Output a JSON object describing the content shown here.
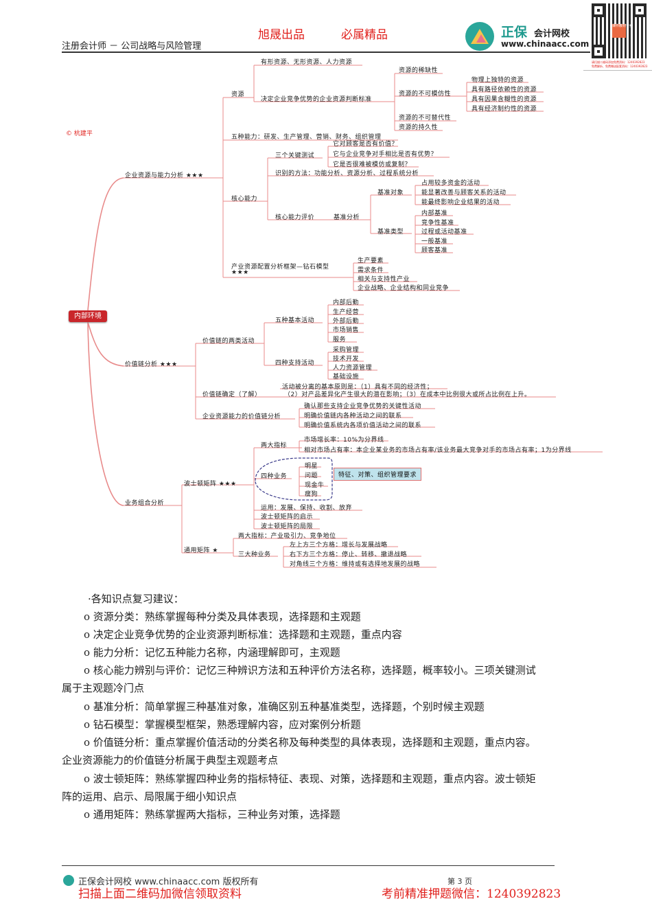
{
  "header": {
    "doc_title": "注册会计师 － 公司战略与风险管理",
    "slogan_left": "旭晟出品",
    "slogan_right": "必属精品",
    "logo_cn_big": "正保",
    "logo_cn_small": "会计网校",
    "logo_url": "www.chinaacc.com",
    "qr_badge": "课件教材专卖",
    "qr_caption_1": "请扫描二维码添加免费资料：1240392823",
    "qr_caption_2": "免费解析、免费赠送配套资料：1240392823"
  },
  "mindmap": {
    "copyright": "© 杭建平",
    "root": "内部环境",
    "branches": {
      "b1": {
        "label": "企业资源与能力分析 ★★★",
        "resources": {
          "label": "资源",
          "types": "有形资源、无形资源、人力资源",
          "criteria": {
            "label": "决定企业竞争优势的企业资源判断标准",
            "scarcity": "资源的稀缺性",
            "inimitability": {
              "label": "资源的不可模仿性",
              "items": [
                "物理上独特的资源",
                "具有路径依赖性的资源",
                "具有因果含糊性的资源",
                "具有经济制约性的资源"
              ]
            },
            "non_substitutable": "资源的不可替代性",
            "durability": "资源的持久性"
          }
        },
        "five_abilities": "五种能力：研发、生产管理、营销、财务、组织管理",
        "core": {
          "label": "核心能力",
          "tests": {
            "label": "三个关键测试",
            "items": [
              "它对顾客是否有价值？",
              "它与企业竞争对手相比是否有优势？",
              "它是否很难被模仿或复制？"
            ]
          },
          "methods": "识别的方法：功能分析、资源分析、过程系统分析",
          "evaluation": {
            "label": "核心能力评价",
            "benchmark": "基准分析",
            "objects": {
              "label": "基准对象",
              "items": [
                "占用较多资金的活动",
                "能显著改善与顾客关系的活动",
                "能最终影响企业结果的活动"
              ]
            },
            "types": {
              "label": "基准类型",
              "items": [
                "内部基准",
                "竞争性基准",
                "过程或活动基准",
                "一般基准",
                "顾客基准"
              ]
            }
          }
        },
        "diamond": {
          "label": "产业资源配置分析框架—钻石模型",
          "stars": "★★★",
          "items": [
            "生产要素",
            "需求条件",
            "相关与支持性产业",
            "企业战略、企业结构和同业竞争"
          ]
        }
      },
      "b2": {
        "label": "价值链分析 ★★★",
        "two_types": {
          "label": "价值链的两类活动",
          "primary": {
            "label": "五种基本活动",
            "items": [
              "内部后勤",
              "生产经营",
              "外部后勤",
              "市场销售",
              "服务"
            ]
          },
          "support": {
            "label": "四种支持活动",
            "items": [
              "采购管理",
              "技术开发",
              "人力资源管理",
              "基础设施"
            ]
          }
        },
        "determine": {
          "label": "价值链确定（了解）",
          "line1": "活动被分离的基本原则是：（1）具有不同的经济性；",
          "line2": "（2）对产品差异化产生很大的潜在影响；（3）在成本中比例很大或所占比例在上升。"
        },
        "analysis": {
          "label": "企业资源能力的价值链分析",
          "items": [
            "确认那些支持企业竞争优势的关键性活动",
            "明确价值链内各种活动之间的联系",
            "明确价值系统内各项价值活动之间的联系"
          ]
        }
      },
      "b3": {
        "label": "业务组合分析",
        "bcg": {
          "label": "波士顿矩阵 ★★★",
          "indicators": {
            "label": "两大指标",
            "items": [
              "市场增长率：10%为分界线",
              "相对市场占有率：本企业某业务的市场占有率/该业务最大竞争对手的市场占有率；1为分界线"
            ]
          },
          "four": {
            "label": "四种业务",
            "items": [
              "明星",
              "问题",
              "现金牛",
              "瘦狗"
            ],
            "callout": "特征、对策、组织管理要求"
          },
          "apply": "运用：发展、保持、收割、放弃",
          "insight": "波士顿矩阵的启示",
          "limit": "波士顿矩阵的局限"
        },
        "ge": {
          "label": "通用矩阵 ★",
          "indicators": "两大指标：产业吸引力、竞争地位",
          "three": {
            "label": "三大种业务",
            "items": [
              "左上方三个方格：增长与发展战略",
              "右下方三个方格：停止、转移、撤退战略",
              "对角线三个方格：维持或有选择地发展的战略"
            ]
          }
        }
      }
    }
  },
  "advice": {
    "heading": "·各知识点复习建议：",
    "items": [
      "o 资源分类：熟练掌握每种分类及具体表现，选择题和主观题",
      "o 决定企业竞争优势的企业资源判断标准：选择题和主观题，重点内容",
      "o  能力分析：记忆五种能力名称，内涵理解即可，主观题",
      "o 核心能力辨别与评价：记忆三种辨识方法和五种评价方法名称，选择题，概率较小。三项关键测试",
      "属于主观题冷门点",
      "o 基准分析：简单掌握三种基准对象，准确区别五种基准类型，选择题，个别时候主观题",
      "o  钻石模型：掌握模型框架，熟悉理解内容，应对案例分析题",
      "o 价值链分析：重点掌握价值活动的分类名称及每种类型的具体表现，选择题和主观题，重点内容。",
      "企业资源能力的价值链分析属于典型主观题考点",
      "o 波士顿矩阵：熟练掌握四种业务的指标特征、表现、对策，选择题和主观题，重点内容。波士顿矩",
      "阵的运用、启示、局限属于细小知识点",
      "o 通用矩阵：熟练掌握两大指标，三种业务对策，选择题"
    ]
  },
  "footer": {
    "copyright": "正保会计网校 www.chinaacc.com 版权所有",
    "page": "第 3 页",
    "promo_left": "扫描上面二维码加微信领取资料",
    "promo_right": "考前精准押题微信：1240392823"
  },
  "colors": {
    "accent_red": "#e0201c",
    "root_fill": "#c9262b",
    "branch_line": "#e88a8a",
    "callout_fill": "#bfe3ec",
    "brand_teal": "#2aa69a"
  }
}
